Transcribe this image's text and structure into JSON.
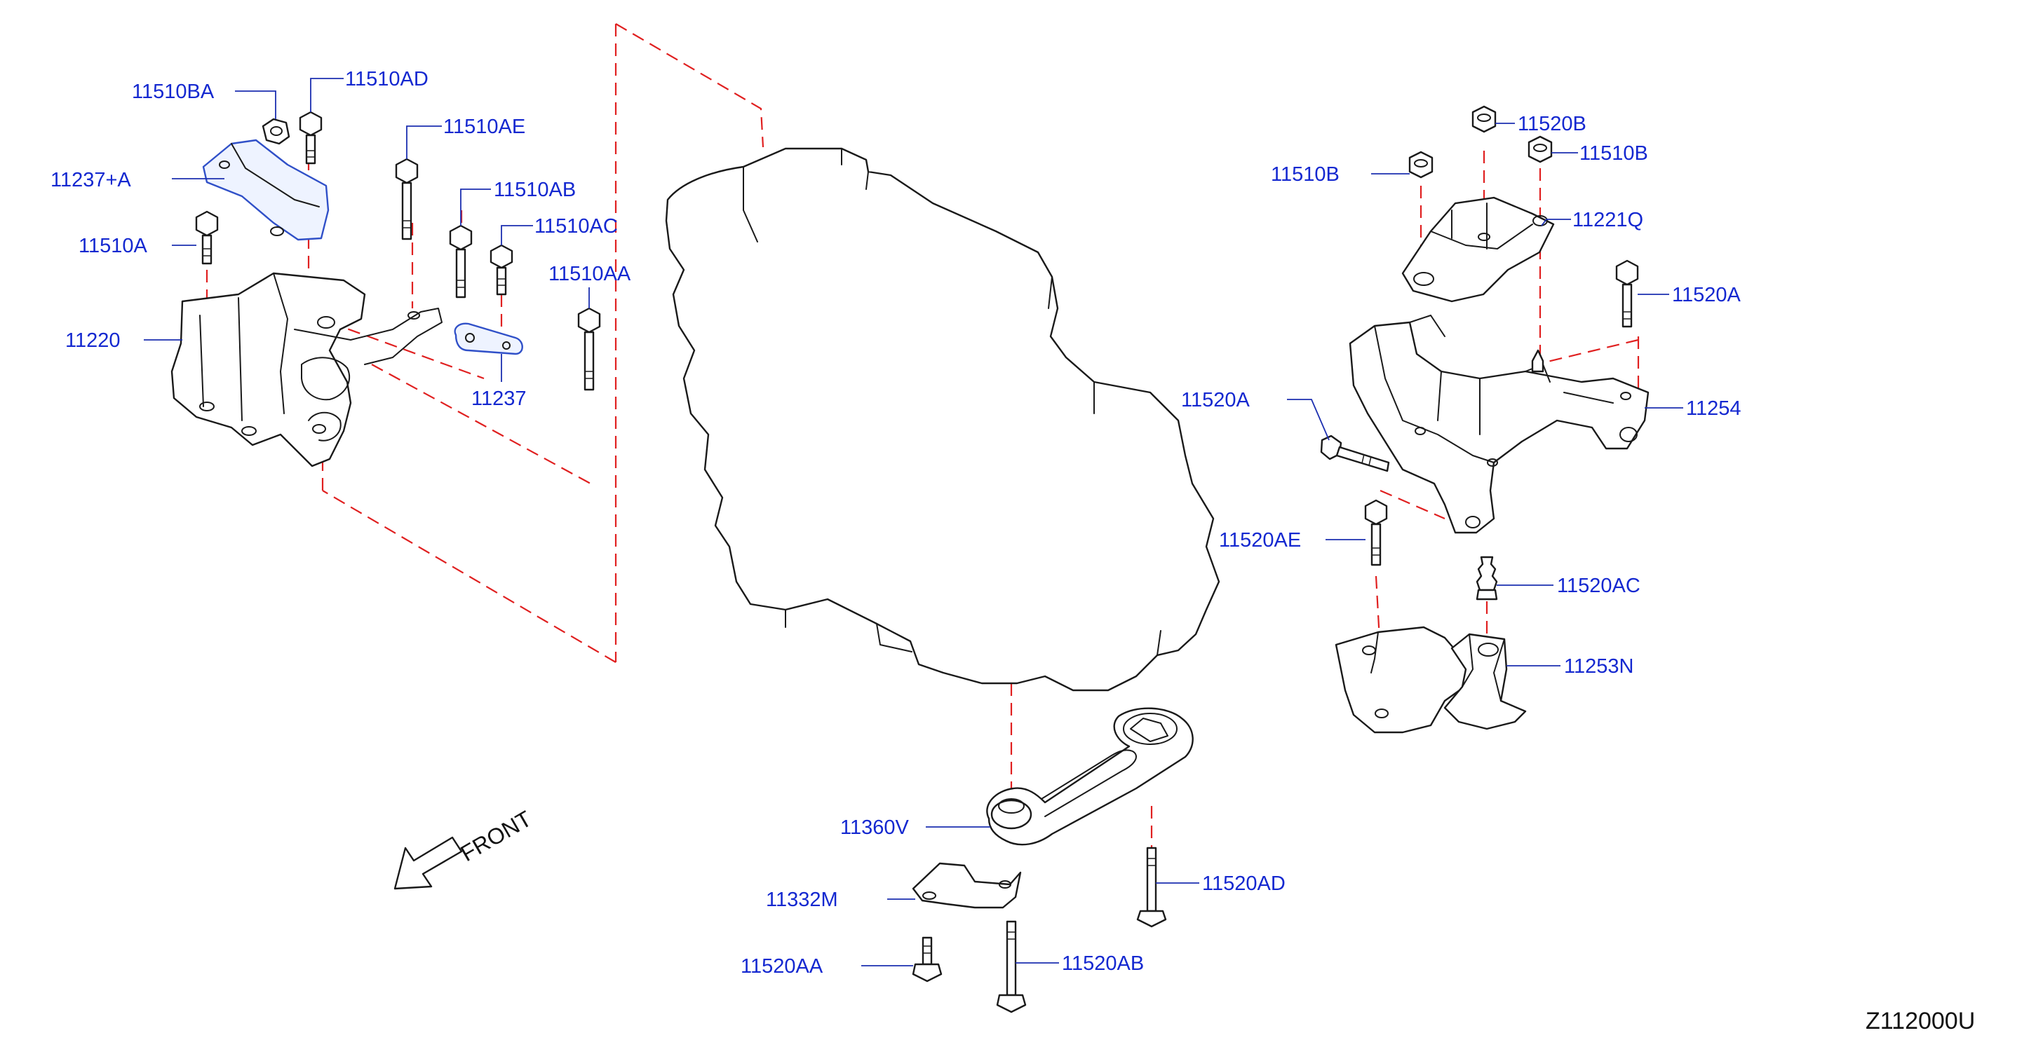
{
  "diagram_code": "Z112000U",
  "front_label": "FRONT",
  "colors": {
    "label": "#1428d0",
    "leader": "#1c2fb0",
    "dashed_line": "#e02020",
    "outline": "#1a1a1a"
  },
  "callouts": [
    {
      "id": "11510BA",
      "text": "11510BA"
    },
    {
      "id": "11510AD",
      "text": "11510AD"
    },
    {
      "id": "11237+A",
      "text": "11237+A"
    },
    {
      "id": "11510AE",
      "text": "11510AE"
    },
    {
      "id": "11510AB",
      "text": "11510AB"
    },
    {
      "id": "11510AC",
      "text": "11510AC"
    },
    {
      "id": "11510A",
      "text": "11510A"
    },
    {
      "id": "11510AA",
      "text": "11510AA"
    },
    {
      "id": "11220",
      "text": "11220"
    },
    {
      "id": "11237",
      "text": "11237"
    },
    {
      "id": "11520B",
      "text": "11520B"
    },
    {
      "id": "11510B-l",
      "text": "11510B"
    },
    {
      "id": "11510B-r",
      "text": "11510B"
    },
    {
      "id": "11221Q",
      "text": "11221Q"
    },
    {
      "id": "11520A-r",
      "text": "11520A"
    },
    {
      "id": "11520A-l",
      "text": "11520A"
    },
    {
      "id": "11254",
      "text": "11254"
    },
    {
      "id": "11520AE",
      "text": "11520AE"
    },
    {
      "id": "11520AC",
      "text": "11520AC"
    },
    {
      "id": "11253N",
      "text": "11253N"
    },
    {
      "id": "11360V",
      "text": "11360V"
    },
    {
      "id": "11332M",
      "text": "11332M"
    },
    {
      "id": "11520AD",
      "text": "11520AD"
    },
    {
      "id": "11520AA",
      "text": "11520AA"
    },
    {
      "id": "11520AB",
      "text": "11520AB"
    }
  ]
}
